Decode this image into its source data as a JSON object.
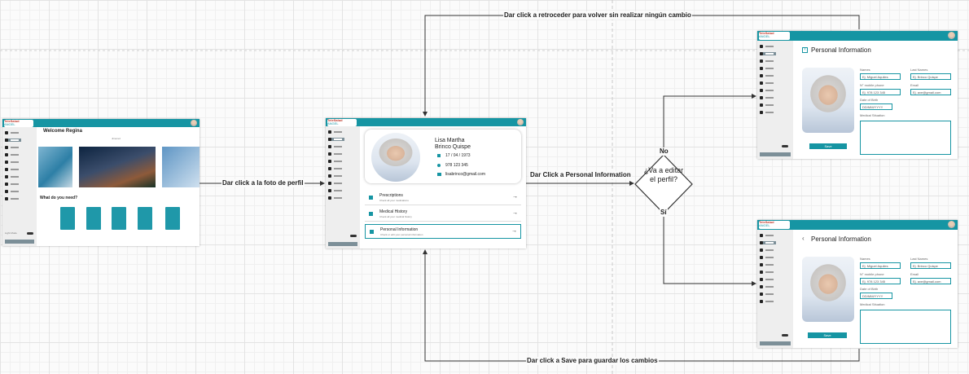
{
  "flow_labels": {
    "top": "Dar click a retroceder para volver sin realizar ningún cambio",
    "to_profile": "Dar click a la foto de perfil",
    "to_personal": "Dar Click a Personal Information",
    "decision": "¿Va a editar el perfil?",
    "no": "No",
    "yes": "Sí",
    "bottom": "Dar click a Save para guardar los cambios"
  },
  "colors": {
    "accent": "#1695a3",
    "brand_red": "#c0392b",
    "sidebar": "#eeeeee"
  },
  "welcome_screen": {
    "title": "Welcome Regina",
    "subtitle": "Jimenez",
    "section": "What do you need?",
    "mode": "Light Mode"
  },
  "profile_screen": {
    "name_line1": "Lisa Martha",
    "name_line2": "Brinco Quispe",
    "dob": "17 / 04 / 1973",
    "phone": "978 123 345",
    "email": "lisabrinco@gmail.com",
    "menu": [
      {
        "title": "Prescriptions",
        "desc": "Check all your medications"
      },
      {
        "title": "Medical History",
        "desc": "Check all your medical history"
      },
      {
        "title": "Personal Information",
        "desc": "Check or edit your personal information"
      }
    ],
    "logout": "Logout"
  },
  "personal_info": {
    "title": "Personal Information",
    "names_label": "Names",
    "last_names_label": "Last Names",
    "names_value": "Ej. Miguel Aquiles",
    "last_names_value": "Ej. Brinco Quispe",
    "phone_label": "N° mobile phone",
    "phone_value": "Ej. 978 123 345",
    "email_label": "Email",
    "email_value": "Ej. ave@gmail.com",
    "dob_label": "Date of Birth",
    "dob_value": "DD/MM/YYYY",
    "medical_label": "Medical Situation",
    "save": "Save",
    "back_icon": "chevron-left-icon"
  }
}
